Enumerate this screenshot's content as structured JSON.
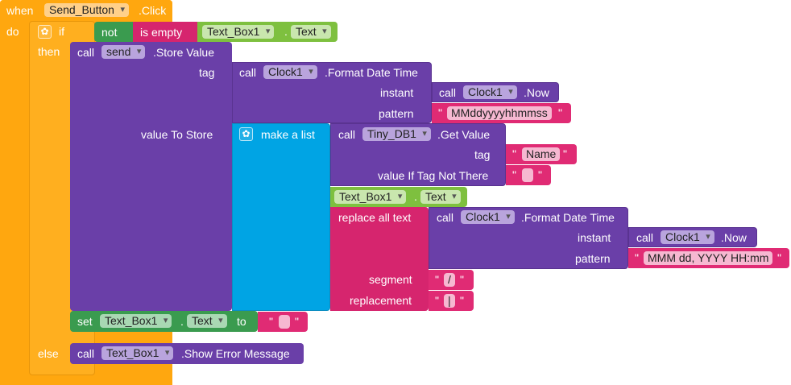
{
  "event": {
    "when_label": "when",
    "component": "Send_Button",
    "event_name": ".Click",
    "do_label": "do"
  },
  "if_block": {
    "if_label": "if",
    "then_label": "then",
    "else_label": "else"
  },
  "condition": {
    "not_label": "not",
    "is_empty_label": "is empty",
    "component": "Text_Box1",
    "dot": ".",
    "property": "Text"
  },
  "store_value": {
    "call_label": "call",
    "component": "send",
    "method": ".Store Value",
    "tag_label": "tag",
    "value_label": "value To Store"
  },
  "format_date_1": {
    "call_label": "call",
    "component": "Clock1",
    "method": ".Format Date Time",
    "instant_label": "instant",
    "now_call": "call",
    "now_component": "Clock1",
    "now_method": ".Now",
    "pattern_label": "pattern",
    "pattern_value": "MMddyyyyhhmmss"
  },
  "make_list": {
    "label": "make a list"
  },
  "tinydb": {
    "call_label": "call",
    "component": "Tiny_DB1",
    "method": ".Get Value",
    "tag_label": "tag",
    "tag_value": "Name",
    "value_if_label": "value If Tag Not There",
    "value_if_value": ""
  },
  "text_box_item": {
    "component": "Text_Box1",
    "dot": ".",
    "property": "Text"
  },
  "replace_all": {
    "label": "replace all text",
    "segment_label": "segment",
    "segment_value": "/",
    "replacement_label": "replacement",
    "replacement_value": "|"
  },
  "format_date_2": {
    "call_label": "call",
    "component": "Clock1",
    "method": ".Format Date Time",
    "instant_label": "instant",
    "now_call": "call",
    "now_component": "Clock1",
    "now_method": ".Now",
    "pattern_label": "pattern",
    "pattern_value": "MMM dd, YYYY HH:mm"
  },
  "set_block": {
    "set_label": "set",
    "component": "Text_Box1",
    "dot": ".",
    "property": "Text",
    "to_label": "to",
    "value": ""
  },
  "error_block": {
    "call_label": "call",
    "component": "Text_Box1",
    "method": ".Show Error Message"
  },
  "quote": "\""
}
